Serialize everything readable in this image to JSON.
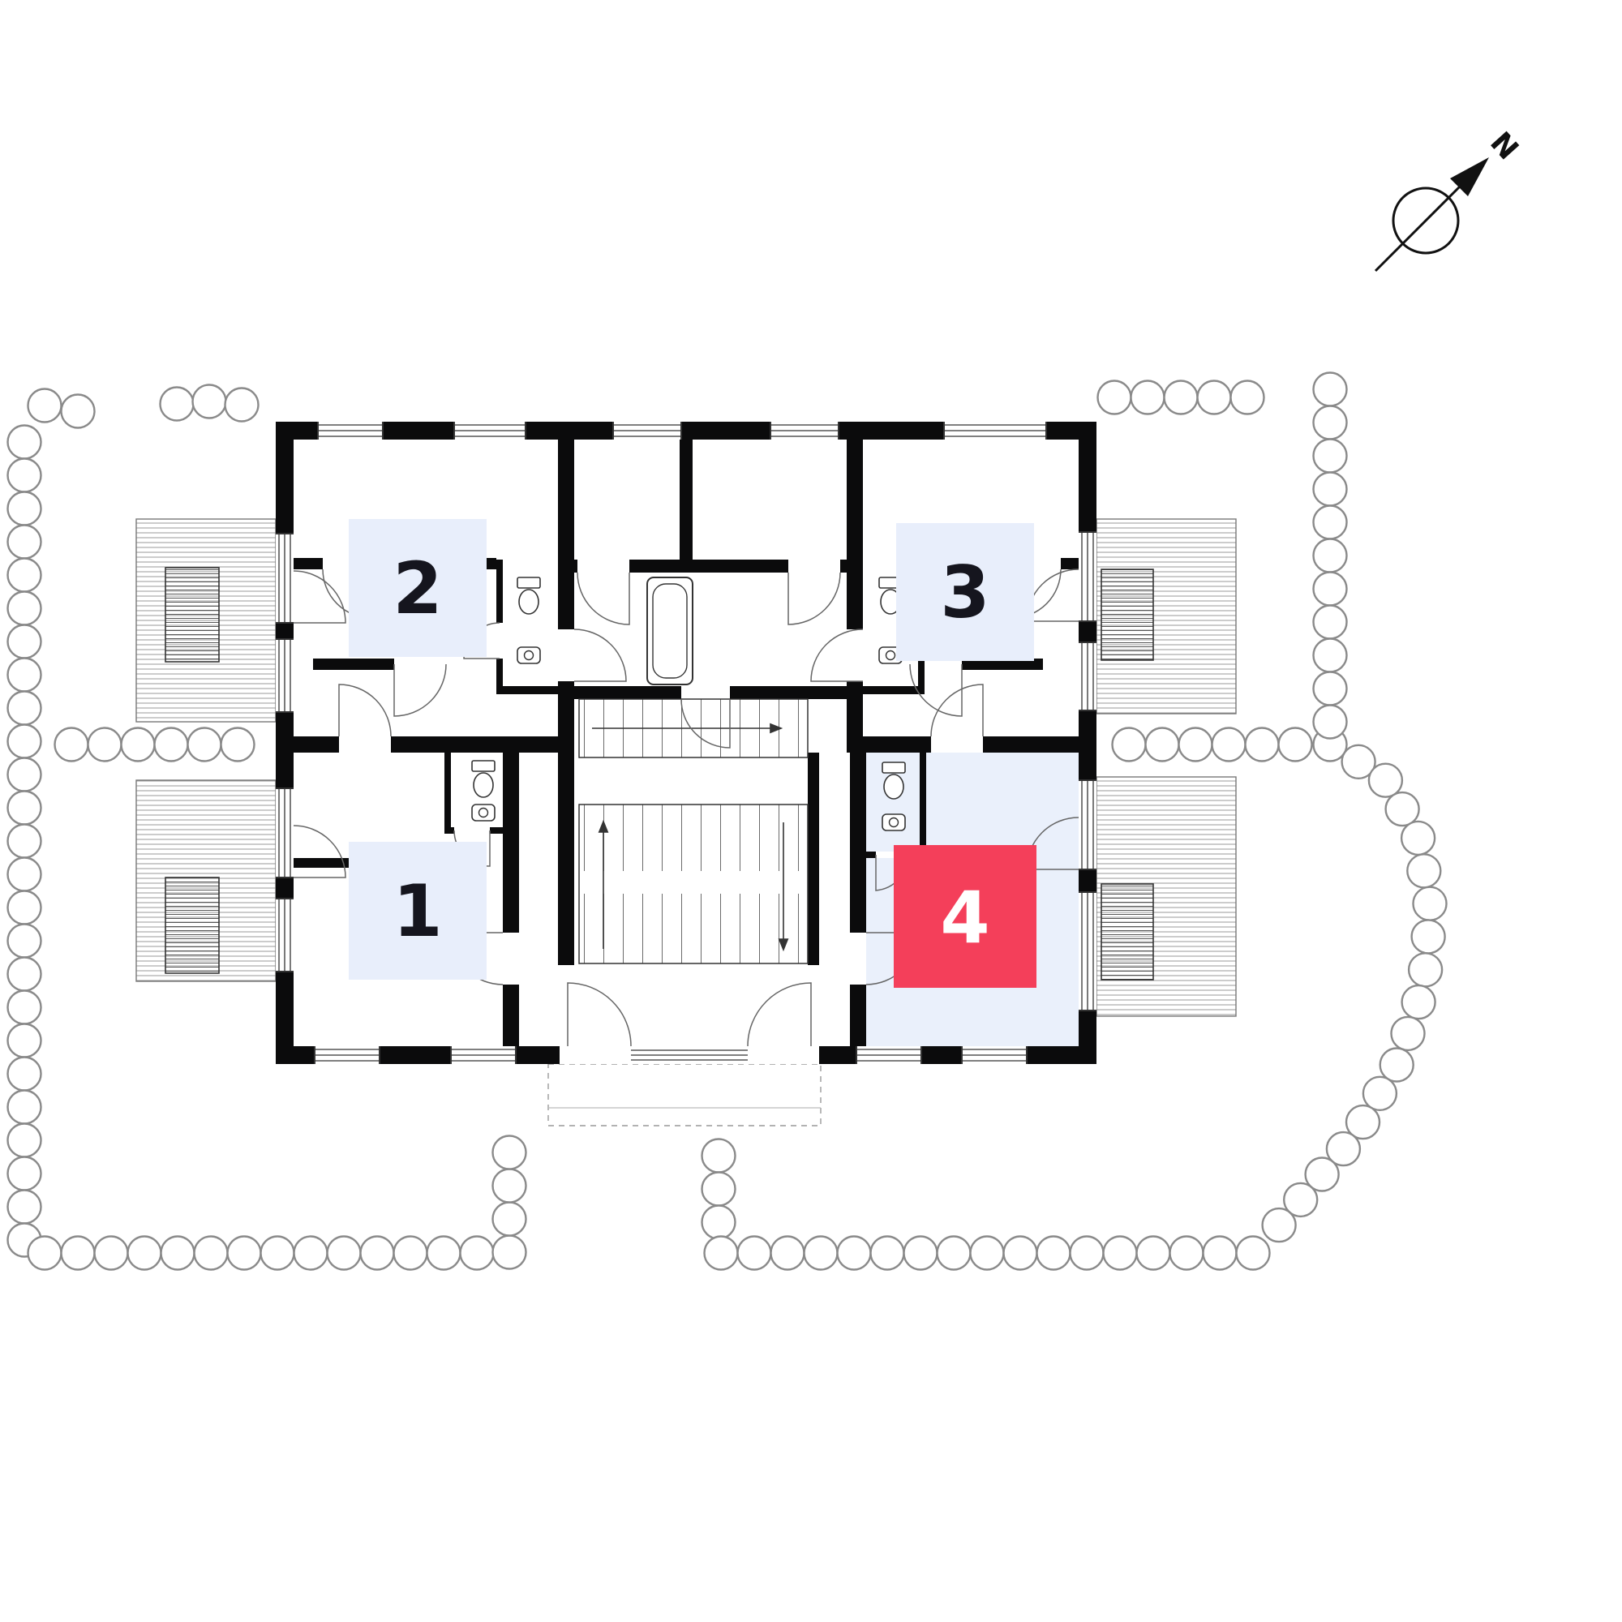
{
  "plan": {
    "compass_label": "N",
    "units": [
      {
        "id": "1",
        "label": "1",
        "highlighted": false
      },
      {
        "id": "2",
        "label": "2",
        "highlighted": false
      },
      {
        "id": "3",
        "label": "3",
        "highlighted": false
      },
      {
        "id": "4",
        "label": "4",
        "highlighted": true
      }
    ],
    "colors": {
      "highlight": "#f43f5a",
      "tile": "#e8eefb",
      "unit_area": "#eaf0fb",
      "wall": "#0b0b0c",
      "tree": "#8a8a8a"
    }
  }
}
